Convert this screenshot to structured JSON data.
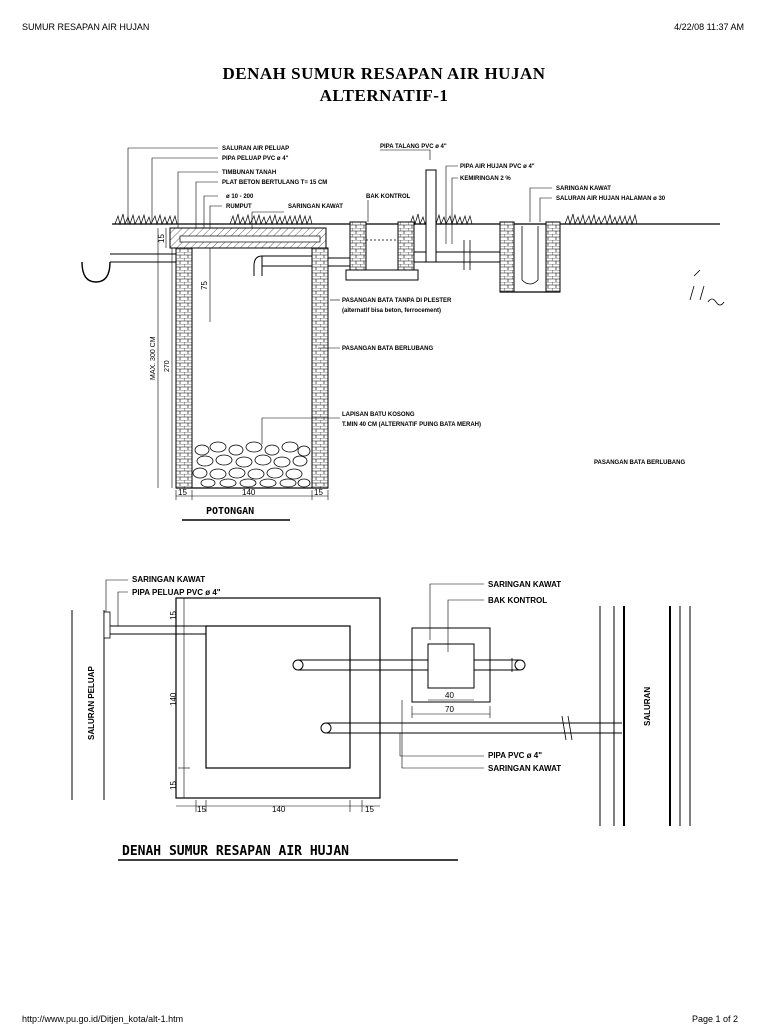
{
  "header": {
    "left": "SUMUR RESAPAN AIR HUJAN",
    "right": "4/22/08 11:37 AM"
  },
  "footer": {
    "left": "http://www.pu.go.id/Ditjen_kota/alt-1.htm",
    "right": "Page 1 of 2"
  },
  "title": {
    "line1": "DENAH SUMUR RESAPAN AIR HUJAN",
    "line2": "ALTERNATIF-1"
  },
  "section": {
    "labels": {
      "saluran_air_peluap": "SALURAN AIR PELUAP",
      "pipa_peluap": "PIPA PELUAP PVC ø 4\"",
      "timbunan": "TIMBUNAN TANAH",
      "plat_beton": "PLAT BETON BERTULANG T= 15 CM",
      "tulangan": "ø 10 - 200",
      "rumput": "RUMPUT",
      "saringan_kawat": "SARINGAN KAWAT",
      "bak_kontrol": "BAK KONTROL",
      "pipa_talang": "PIPA TALANG PVC ø 4\"",
      "pipa_air_hujan": "PIPA AIR HUJAN PVC ø 4\"",
      "kemiringan": "KEMIRINGAN 2 %",
      "saringan_kawat_2": "SARINGAN KAWAT",
      "saluran_halaman": "SALURAN AIR HUJAN HALAMAN ø 30",
      "pasangan_tanpa_plester": "PASANGAN BATA TANPA DI PLESTER",
      "alternatif": "(alternatif bisa beton, ferrocement)",
      "pasangan_berlubang": "PASANGAN BATA BERLUBANG",
      "lapisan_batu": "LAPISAN BATU KOSONG",
      "tmin": "T.MIN 40 CM (ALTERNATIF PUING BATA MERAH)",
      "pasangan_berlubang_2": "PASANGAN BATA BERLUBANG",
      "potongan": "POTONGAN"
    },
    "dims": {
      "d15_top": "15",
      "d75": "75",
      "dmax": "MAX. 300 CM",
      "d270": "270",
      "d15_left": "15",
      "d140": "140",
      "d15_right": "15"
    }
  },
  "plan": {
    "labels": {
      "saringan_kawat": "SARINGAN KAWAT",
      "pipa_peluap": "PIPA PELUAP PVC ø 4\"",
      "saluran_peluap": "SALURAN PELUAP",
      "saringan_kawat_2": "SARINGAN KAWAT",
      "bak_kontrol": "BAK KONTROL",
      "pipa_pvc": "PIPA PVC ø 4\"",
      "saringan_kawat_3": "SARINGAN KAWAT",
      "saluran": "SALURAN",
      "plan_title": "DENAH SUMUR RESAPAN AIR HUJAN"
    },
    "dims": {
      "v15_top": "15",
      "v140": "140",
      "v15_bot": "15",
      "h15_left": "15",
      "h140": "140",
      "h15_right": "15",
      "bak40": "40",
      "bak70": "70"
    }
  }
}
